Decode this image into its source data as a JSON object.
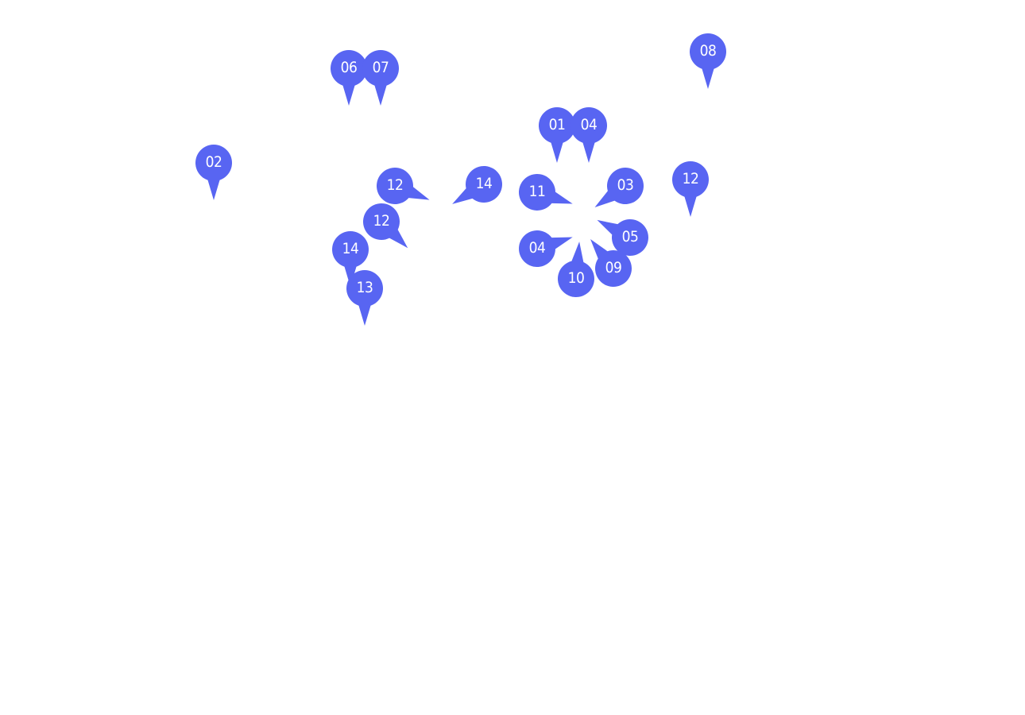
{
  "pin_color": "#5865f2",
  "label_color": "#ffffff",
  "pins": [
    {
      "label": "06"
    },
    {
      "label": "07"
    },
    {
      "label": "08"
    },
    {
      "label": "02"
    },
    {
      "label": "01"
    },
    {
      "label": "04"
    },
    {
      "label": "12"
    },
    {
      "label": "14"
    },
    {
      "label": "11"
    },
    {
      "label": "03"
    },
    {
      "label": "12"
    },
    {
      "label": "12"
    },
    {
      "label": "05"
    },
    {
      "label": "04"
    },
    {
      "label": "14"
    },
    {
      "label": "09"
    },
    {
      "label": "10"
    },
    {
      "label": "13"
    }
  ]
}
